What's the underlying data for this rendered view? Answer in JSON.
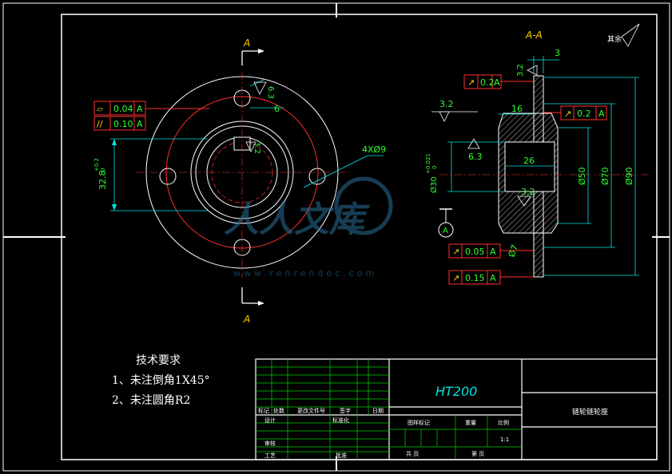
{
  "section_marks": {
    "a_top": "A",
    "a_bottom": "A",
    "a_a": "A-A"
  },
  "roughness": {
    "note": "其余",
    "r_main": "3.2",
    "r_bore": "6.3",
    "r_inner": "3.2",
    "r_top": "6.3",
    "r_hole": "3.2",
    "r_key": "3.2"
  },
  "dimensions": {
    "d3": "3",
    "d16": "16",
    "d26": "26",
    "d6": "6",
    "d50": "Ø50",
    "d70": "Ø70",
    "d90": "Ø90",
    "d30": "Ø30",
    "d30_tol_upper": "+0.021",
    "d30_tol_lower": "0",
    "d32": "32.8",
    "d32_tol_upper": "+0.2",
    "d32_tol_lower": "0",
    "holes": "4XØ9",
    "d7": "Ø7"
  },
  "tolerances": {
    "flat_sym": "▱",
    "flat_val": "0.04",
    "flat_ref": "A",
    "par_sym": "//",
    "par_val": "0.10",
    "par_ref": "A",
    "ro_sym": "↗",
    "ro1_val": "0.2",
    "ro1_ref": "A",
    "ro2_val": "0.2",
    "ro2_ref": "A",
    "ro3_val": "0.05",
    "ro3_ref": "A",
    "ro4_val": "0.15",
    "ro4_ref": "A",
    "datum": "A"
  },
  "tech": {
    "title": "技术要求",
    "l1": "1、未注倒角1X45°",
    "l2": "2、未注圆角R2"
  },
  "title_block": {
    "material": "HT200",
    "name": "链轮链轮座",
    "c_mark": "标记",
    "c_count": "处数",
    "c_zone": "更改文件号",
    "c_sign": "签字",
    "c_date": "日期",
    "design": "设计",
    "std": "标准化",
    "review": "审核",
    "process": "工艺",
    "approve": "批准",
    "stage": "图样标记",
    "weight": "重量",
    "scale": "比例",
    "scale_val": "1:1",
    "total": "共 页",
    "sheet": "第 页"
  },
  "watermark": {
    "logo": "人人文库",
    "url": "www.renrendoc.com"
  }
}
